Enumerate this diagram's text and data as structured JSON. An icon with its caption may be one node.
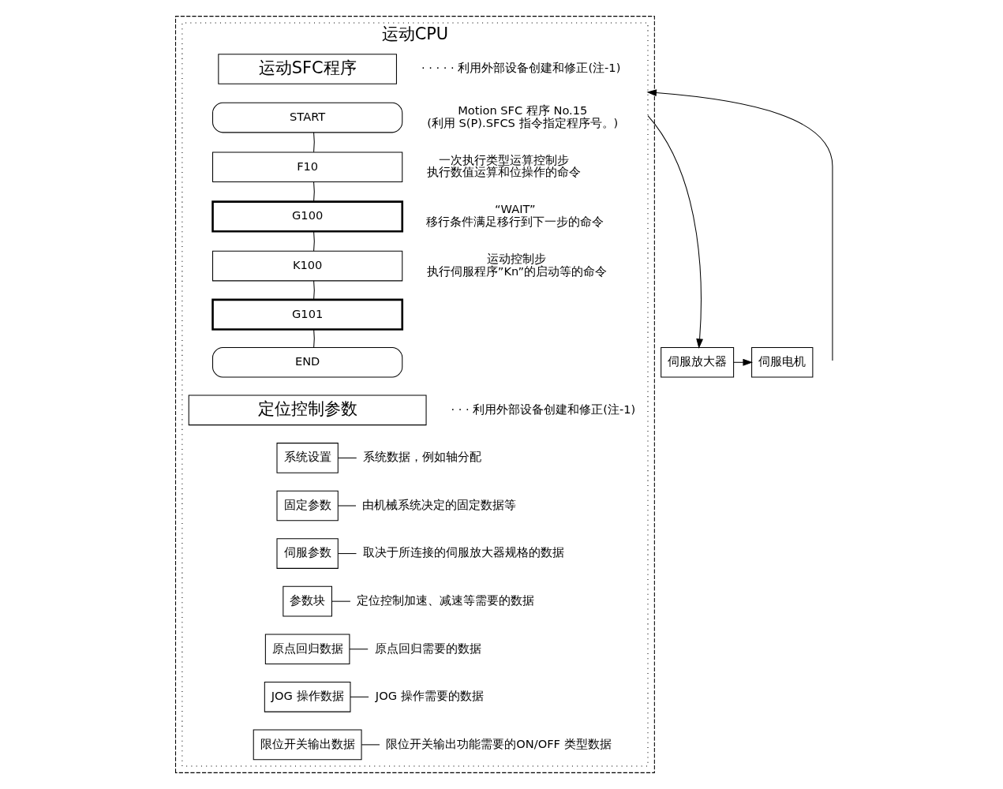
{
  "diagram": {
    "nodes": [
      {
        "text": [],
        "shape": "box"
      },
      {
        "text": [
          "运动CPU"
        ],
        "in": 0
      },
      {
        "text": [
          "运动SFC程序"
        ],
        "in": 1,
        "beside": [
          "· · · · · 利用外部设备创建和修正(注-1)"
        ]
      },
      {
        "text": [
          "START"
        ],
        "in": 1,
        "beside": [
          "Motion SFC 程序 No.15",
          "(利用 S(P).SFCS 指令指定程序号。)"
        ]
      },
      {
        "text": [
          "F10"
        ],
        "in": 1,
        "beside": [
          "一次执行类型运算控制步",
          "执行数值运算和位操作的命令"
        ]
      },
      {
        "text": [
          "G100"
        ],
        "in": 1,
        "beside": [
          "“WAIT”",
          "移行条件满足移行到下一步的命令"
        ]
      },
      {
        "text": [
          "K100"
        ],
        "in": 1,
        "beside": [
          "运动控制步",
          "执行伺服程序”Kn”的启动等的命令"
        ]
      },
      {
        "text": [
          "G101"
        ],
        "in": 1
      },
      {
        "text": [
          "END"
        ],
        "in": 1
      },
      {
        "text": [
          "定位控制参数"
        ],
        "in": 1,
        "beside": [
          "· · · 利用外部设备创建和修正(注-1)"
        ]
      },
      {
        "text": [
          "系统设置"
        ],
        "in": 1
      },
      {
        "text": [
          "固定参数"
        ],
        "in": 1
      },
      {
        "text": [
          "伺服参数"
        ],
        "in": 1
      },
      {
        "text": [
          "参数块"
        ],
        "in": 1
      },
      {
        "text": [
          "原点回归数据"
        ],
        "in": 1
      },
      {
        "text": [
          "JOG 操作数据"
        ],
        "in": 1
      },
      {
        "text": [
          "限位开关输出数据"
        ],
        "in": 1
      },
      {
        "text": [
          "系统数据，例如轴分配"
        ],
        "in": 1
      },
      {
        "text": [
          "由机械系统决定的固定数据等"
        ],
        "in": 1
      },
      {
        "text": [
          "取决于所连接的伺服放大器规格的数据"
        ],
        "in": 1
      },
      {
        "text": [
          "定位控制加速、减速等需要的数据"
        ],
        "in": 1
      },
      {
        "text": [
          "原点回归需要的数据"
        ],
        "in": 1
      },
      {
        "text": [
          "JOG 操作需要的数据"
        ],
        "in": 1
      },
      {
        "text": [
          "限位开关输出功能需要的ON/OFF 类型数据"
        ],
        "in": 1
      },
      {
        "text": [
          "伺服放大器"
        ]
      },
      {
        "text": [
          "伺服电机"
        ]
      }
    ],
    "edges": [
      {
        "from": 3,
        "to": 4,
        "arrow": "none"
      },
      {
        "from": 4,
        "to": 5,
        "arrow": "none"
      },
      {
        "from": 5,
        "to": 6,
        "arrow": "none"
      },
      {
        "from": 6,
        "to": 7,
        "arrow": "none"
      },
      {
        "from": 7,
        "to": 8,
        "arrow": "none"
      },
      {
        "from": 10,
        "to": 17,
        "arrow": "none"
      },
      {
        "from": 11,
        "to": 18,
        "arrow": "none"
      },
      {
        "from": 12,
        "to": 19,
        "arrow": "none"
      },
      {
        "from": 13,
        "to": 20,
        "arrow": "none"
      },
      {
        "from": 14,
        "to": 21,
        "arrow": "none"
      },
      {
        "from": 15,
        "to": 22,
        "arrow": "none"
      },
      {
        "from": 16,
        "to": 23,
        "arrow": "none"
      },
      {
        "from": null,
        "to": 1,
        "arrow": "to"
      },
      {
        "from": 1,
        "to": 24,
        "arrow": "to"
      },
      {
        "from": 24,
        "to": 25,
        "arrow": "to"
      }
    ]
  }
}
